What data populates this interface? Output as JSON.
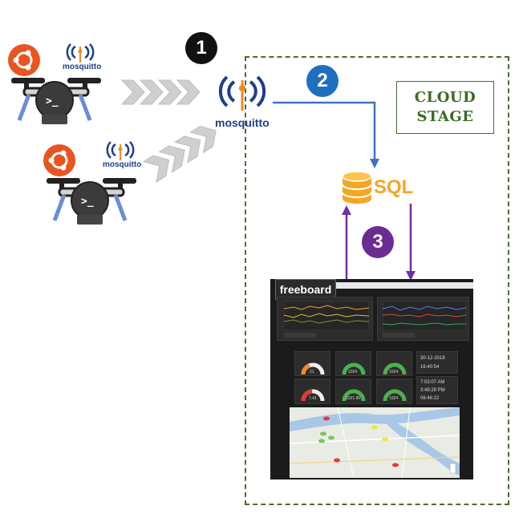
{
  "steps": {
    "one": "1",
    "two": "2",
    "three": "3"
  },
  "mosquitto": {
    "main": "mosquitto",
    "small_a": "mosquitto",
    "small_b": "mosquitto"
  },
  "cloud": {
    "line1": "CLOUD",
    "line2": "STAGE"
  },
  "sql": {
    "label": "SQL"
  },
  "dashboard": {
    "title": "freeboard",
    "clock": {
      "date": "30-12-2018",
      "time": "16:40:54"
    },
    "times": [
      "7:03:07 AM",
      "3:49:29 PM",
      "06:46:22"
    ],
    "gauges": [
      "21",
      "1024",
      "1024",
      "7.41",
      "1021.95",
      "1024"
    ]
  },
  "colors": {
    "cloud_border": "#4b6b2a",
    "step1": "#111111",
    "step2": "#1f6fc1",
    "step3": "#6a2c91",
    "mosquitto_text": "#1d3f8c",
    "mosquitto_orange": "#f08a24",
    "sql_orange": "#f5a623",
    "ubuntu": "#e95420",
    "arrow_gray": "#c8c8c8",
    "arrow_blue": "#4472c4",
    "arrow_purple": "#7030a0",
    "gauge_green": "#4caf50",
    "gauge_orange": "#f08a24",
    "gauge_red": "#e53935"
  },
  "icons": [
    "ubuntu-logo-icon",
    "mosquitto-logo-icon",
    "drone-icon",
    "chevron-arrows-icon",
    "database-icon",
    "map-marker-icon"
  ]
}
